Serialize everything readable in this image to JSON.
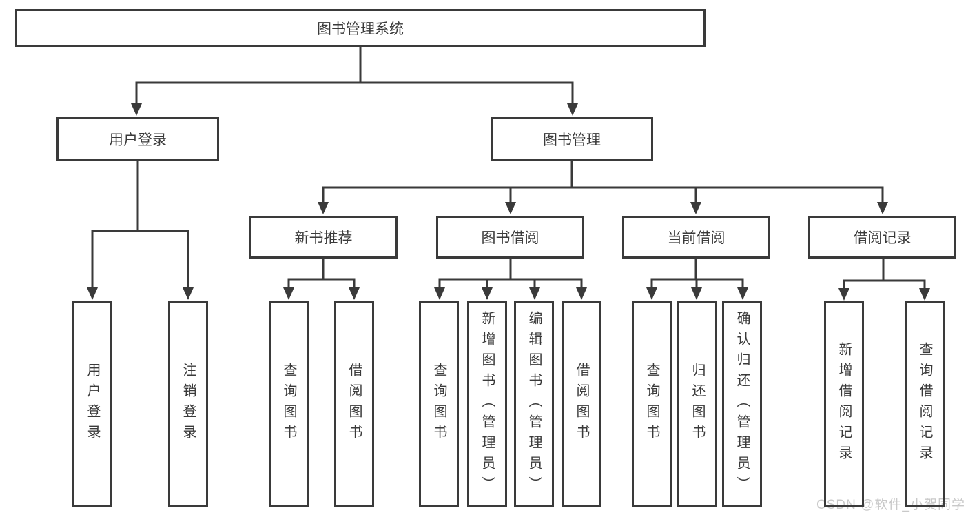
{
  "diagram": {
    "root": {
      "label": "图书管理系统"
    },
    "branches": [
      {
        "label": "用户登录",
        "children": [
          {
            "label": "用户登录"
          },
          {
            "label": "注销登录"
          }
        ]
      },
      {
        "label": "图书管理",
        "children": [
          {
            "label": "新书推荐",
            "children": [
              {
                "label": "查询图书"
              },
              {
                "label": "借阅图书"
              }
            ]
          },
          {
            "label": "图书借阅",
            "children": [
              {
                "label": "查询图书"
              },
              {
                "label": "新增图书（管理员）"
              },
              {
                "label": "编辑图书（管理员）"
              },
              {
                "label": "借阅图书"
              }
            ]
          },
          {
            "label": "当前借阅",
            "children": [
              {
                "label": "查询图书"
              },
              {
                "label": "归还图书"
              },
              {
                "label": "确认归还（管理员）"
              }
            ]
          },
          {
            "label": "借阅记录",
            "children": [
              {
                "label": "新增借阅记录"
              },
              {
                "label": "查询借阅记录"
              }
            ]
          }
        ]
      }
    ]
  },
  "watermark": {
    "text": "CSDN @软件_小贺同学"
  },
  "colors": {
    "line": "#3a3a3a",
    "text": "#3a3a3a",
    "watermark": "#c9c9c9",
    "background": "#ffffff"
  }
}
